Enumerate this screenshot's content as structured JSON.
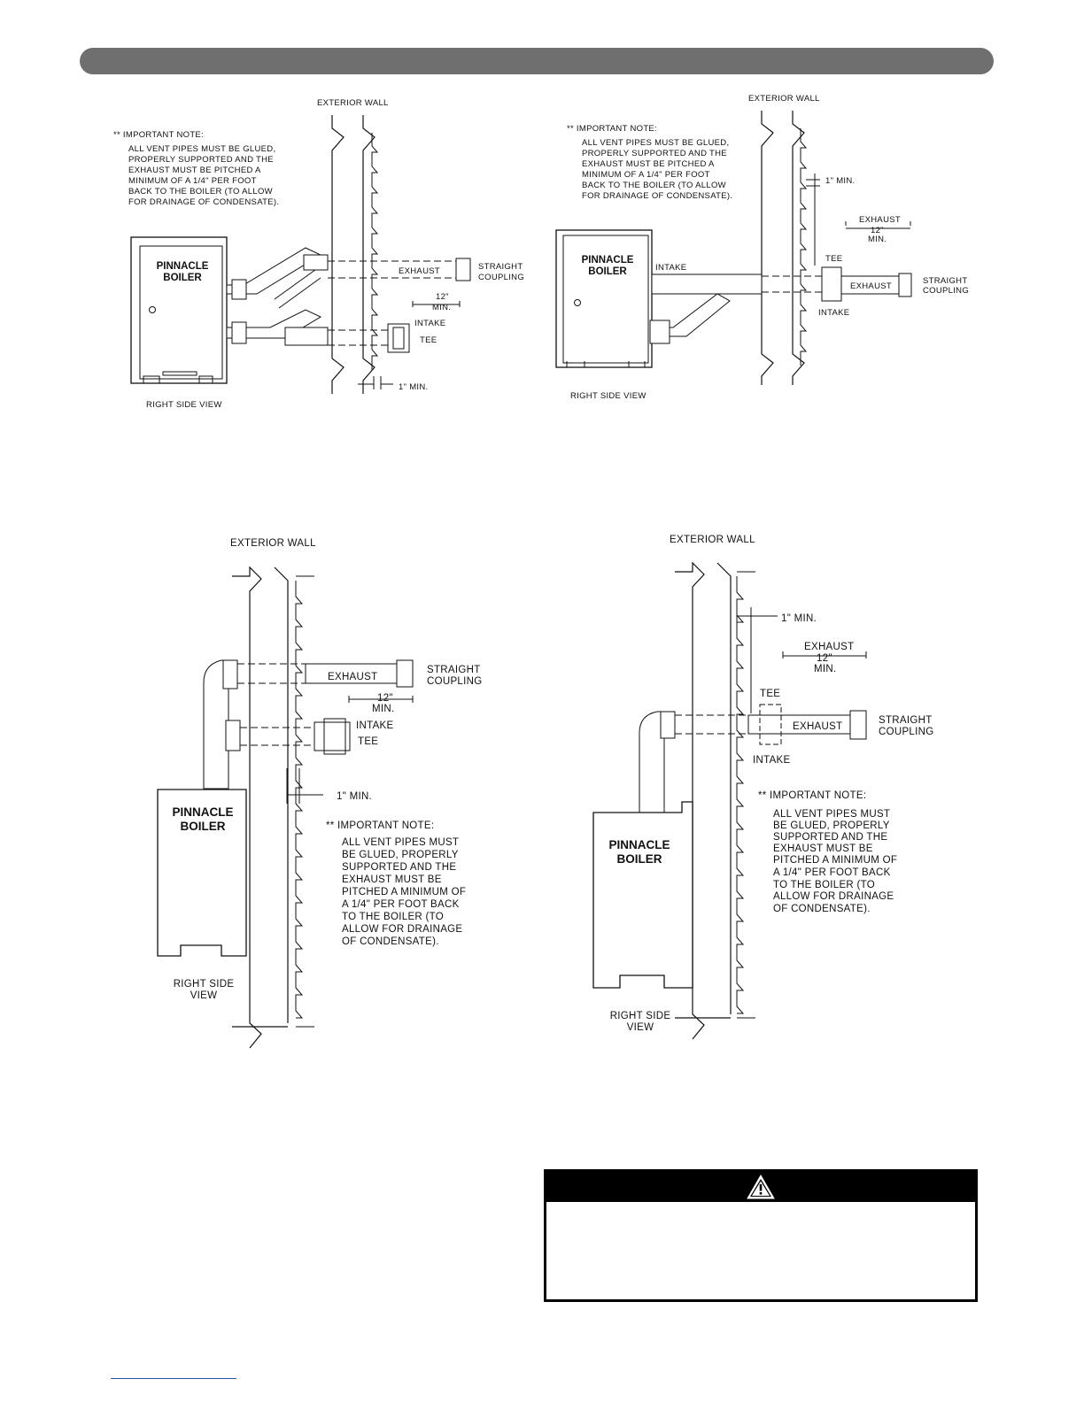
{
  "header": {
    "bar_color": "#6f6f6f"
  },
  "diagrams": [
    {
      "id": "d1",
      "exterior_wall": "EXTERIOR WALL",
      "note_title": "** IMPORTANT NOTE:",
      "note_lines": [
        "ALL VENT PIPES MUST BE GLUED,",
        "PROPERLY SUPPORTED AND THE",
        "EXHAUST MUST BE PITCHED A",
        "MINIMUM OF A 1/4\" PER FOOT",
        "BACK TO THE BOILER (TO ALLOW",
        "FOR DRAINAGE OF CONDENSATE)."
      ],
      "boiler_lines": [
        "PINNACLE",
        "BOILER"
      ],
      "exhaust": "EXHAUST",
      "straight_coupling": [
        "STRAIGHT",
        "COUPLING"
      ],
      "dim_12": [
        "12\"",
        "MIN."
      ],
      "intake": "INTAKE",
      "tee": "TEE",
      "min_1": "1\" MIN.",
      "view": [
        "RIGHT SIDE VIEW"
      ]
    },
    {
      "id": "d2",
      "exterior_wall": "EXTERIOR WALL",
      "note_title": "** IMPORTANT NOTE:",
      "note_lines": [
        "ALL VENT PIPES MUST BE GLUED,",
        "PROPERLY SUPPORTED AND THE",
        "EXHAUST MUST BE PITCHED A",
        "MINIMUM OF A 1/4\" PER FOOT",
        "BACK TO THE BOILER (TO ALLOW",
        "FOR DRAINAGE OF CONDENSATE)."
      ],
      "boiler_lines": [
        "PINNACLE",
        "BOILER"
      ],
      "intake_left": "INTAKE",
      "min_1": "1\" MIN.",
      "dim_exhaust": [
        "EXHAUST",
        "12\"",
        "MIN."
      ],
      "tee": "TEE",
      "exhaust": "EXHAUST",
      "straight_coupling": [
        "STRAIGHT",
        "COUPLING"
      ],
      "intake": "INTAKE",
      "view": [
        "RIGHT SIDE VIEW"
      ]
    },
    {
      "id": "d3",
      "exterior_wall": "EXTERIOR WALL",
      "exhaust": "EXHAUST",
      "straight_coupling": [
        "STRAIGHT",
        "COUPLING"
      ],
      "dim_12": [
        "12\"",
        "MIN."
      ],
      "intake": "INTAKE",
      "tee": "TEE",
      "min_1": "1\" MIN.",
      "boiler_lines": [
        "PINNACLE",
        "BOILER"
      ],
      "note_title": "** IMPORTANT NOTE:",
      "note_lines": [
        "ALL VENT PIPES MUST",
        "BE GLUED, PROPERLY",
        "SUPPORTED AND THE",
        "EXHAUST MUST BE",
        "PITCHED A MINIMUM OF",
        "A 1/4\" PER FOOT BACK",
        "TO THE BOILER (TO",
        "ALLOW FOR DRAINAGE",
        "OF CONDENSATE)."
      ],
      "view": [
        "RIGHT SIDE",
        "VIEW"
      ]
    },
    {
      "id": "d4",
      "exterior_wall": "EXTERIOR WALL",
      "min_1": "1\" MIN.",
      "dim_exhaust": [
        "EXHAUST",
        "12\"",
        "MIN."
      ],
      "tee": "TEE",
      "exhaust": "EXHAUST",
      "straight_coupling": [
        "STRAIGHT",
        "COUPLING"
      ],
      "intake": "INTAKE",
      "note_title": "** IMPORTANT NOTE:",
      "note_lines": [
        "ALL VENT PIPES MUST",
        "BE GLUED, PROPERLY",
        "SUPPORTED AND THE",
        "EXHAUST MUST BE",
        "PITCHED A MINIMUM OF",
        "A 1/4\" PER FOOT BACK",
        "TO THE BOILER (TO",
        "ALLOW FOR DRAINAGE",
        "OF CONDENSATE)."
      ],
      "boiler_lines": [
        "PINNACLE",
        "BOILER"
      ],
      "view": [
        "RIGHT SIDE",
        "VIEW"
      ]
    }
  ],
  "warning": {
    "icon": "warning-triangle-icon"
  }
}
